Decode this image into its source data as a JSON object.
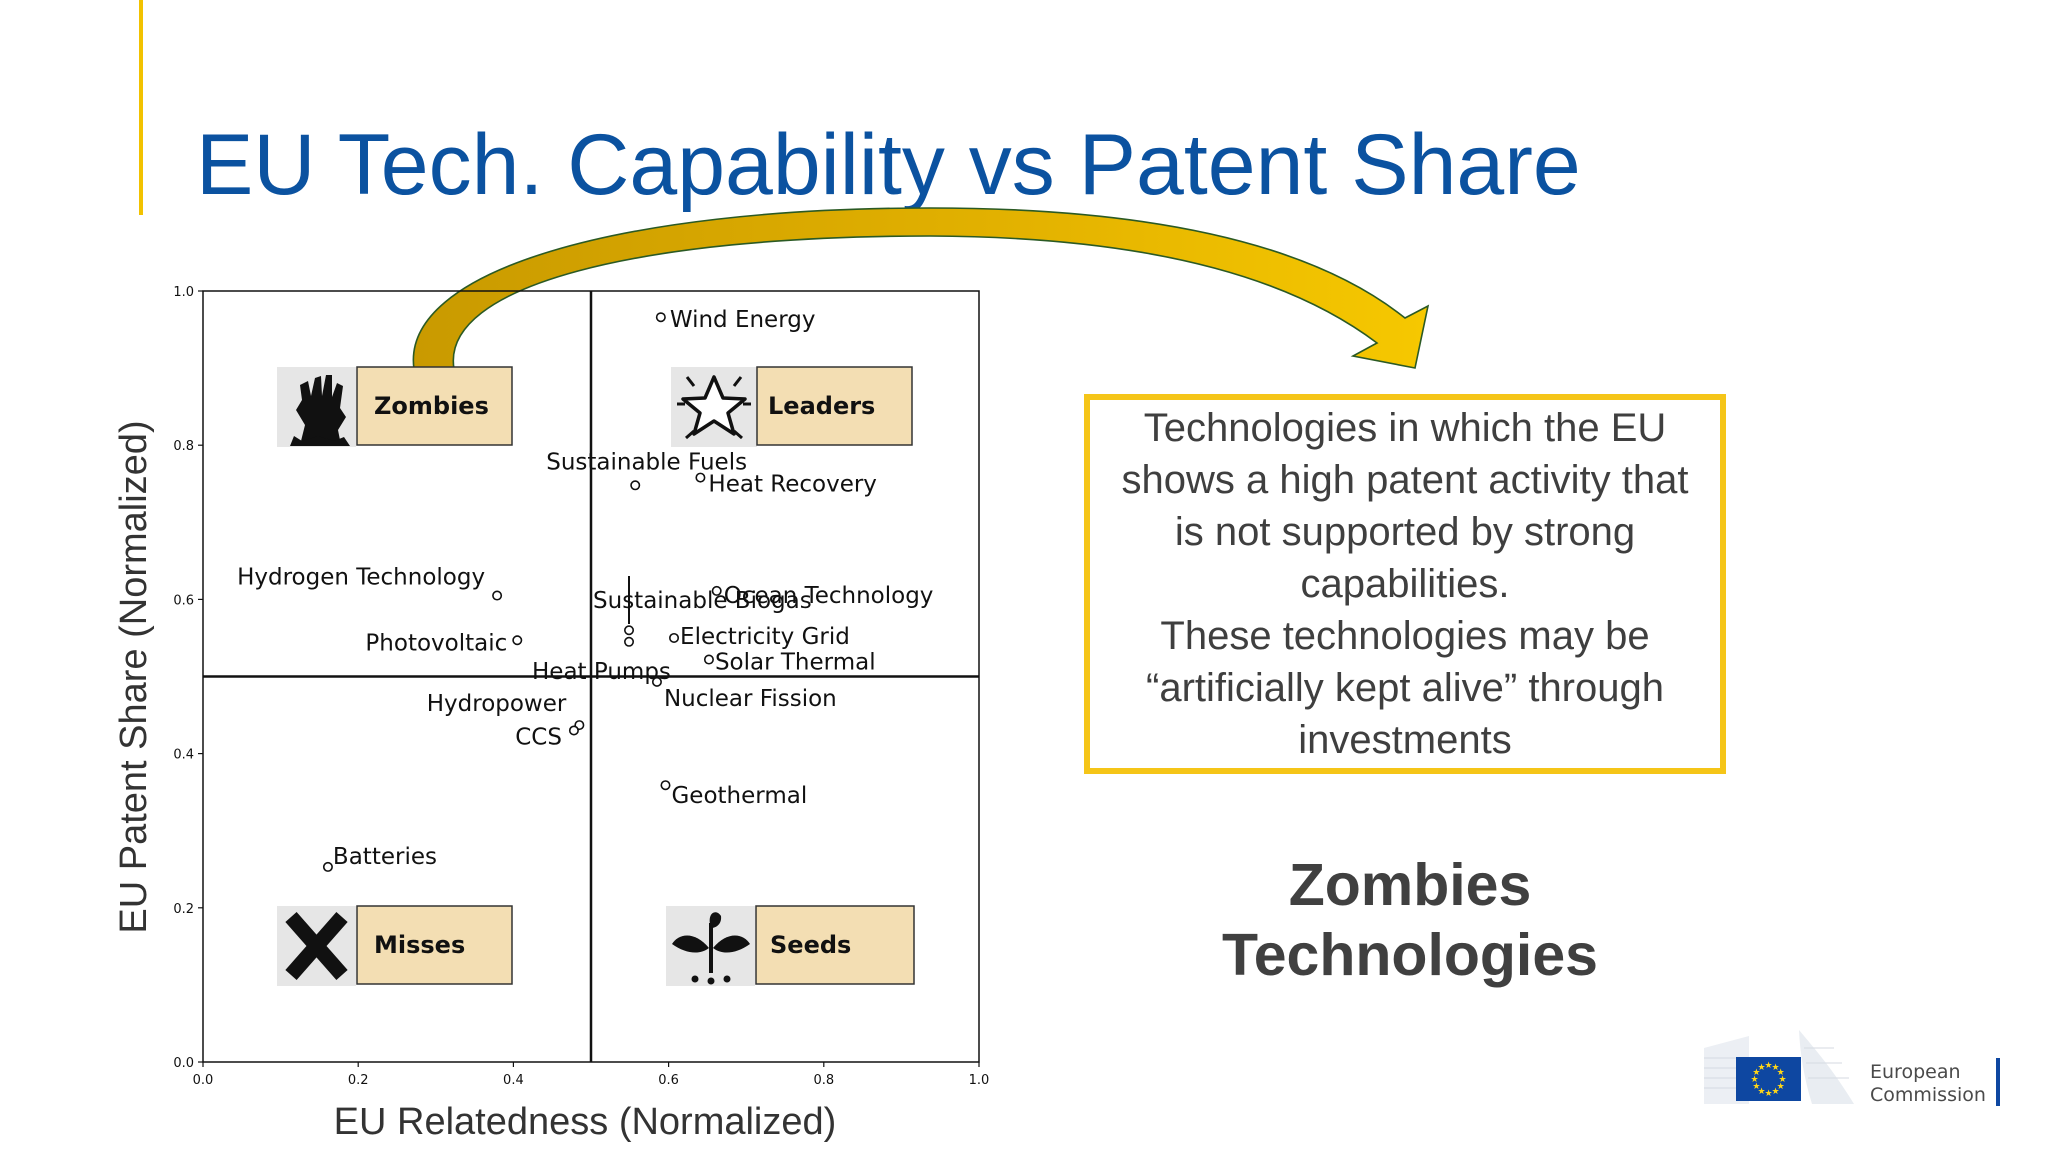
{
  "slide": {
    "title": "EU Tech. Capability vs Patent Share",
    "callout_lines": [
      "Technologies in which the EU",
      "shows a high patent activity that",
      "is not supported by strong",
      "capabilities.",
      "These technologies may be",
      "“artificially kept alive” through",
      "investments"
    ],
    "subtitle_lines": [
      "Zombies",
      "Technologies"
    ],
    "logo_text": [
      "European",
      "Commission"
    ],
    "colors": {
      "title": "#0b52a0",
      "accent": "#f2c200",
      "callout_border": "#f5c518",
      "arrow": "#e8b800",
      "quadrant_box": "#f3deb3"
    }
  },
  "chart_data": {
    "type": "scatter",
    "xlabel": "EU Relatedness (Normalized)",
    "ylabel": "EU Patent Share (Normalized)",
    "xlim": [
      0.0,
      1.0
    ],
    "ylim": [
      0.0,
      1.0
    ],
    "xticks": [
      "0.0",
      "0.2",
      "0.4",
      "0.6",
      "0.8",
      "1.0"
    ],
    "yticks": [
      "0.0",
      "0.2",
      "0.4",
      "0.6",
      "0.8",
      "1.0"
    ],
    "divider": {
      "x": 0.5,
      "y": 0.5
    },
    "quadrants": [
      {
        "label": "Zombies",
        "icon": "zombie-hand-icon",
        "position": "top-left"
      },
      {
        "label": "Leaders",
        "icon": "star-icon",
        "position": "top-right"
      },
      {
        "label": "Misses",
        "icon": "x-mark-icon",
        "position": "bottom-left"
      },
      {
        "label": "Seeds",
        "icon": "sprout-icon",
        "position": "bottom-right"
      }
    ],
    "points": [
      {
        "label": "Wind Energy",
        "x": 0.59,
        "y": 0.966
      },
      {
        "label": "Sustainable Fuels",
        "x": 0.557,
        "y": 0.748
      },
      {
        "label": "Heat Recovery",
        "x": 0.641,
        "y": 0.758
      },
      {
        "label": "Hydrogen Technology",
        "x": 0.379,
        "y": 0.605
      },
      {
        "label": "Sustainable Biogas",
        "x": 0.549,
        "y": 0.56
      },
      {
        "label": "Ocean Technology",
        "x": 0.662,
        "y": 0.611
      },
      {
        "label": "Photovoltaic",
        "x": 0.405,
        "y": 0.547
      },
      {
        "label": "Heat Pumps",
        "x": 0.549,
        "y": 0.545
      },
      {
        "label": "Electricity Grid",
        "x": 0.607,
        "y": 0.55
      },
      {
        "label": "Solar Thermal",
        "x": 0.652,
        "y": 0.522
      },
      {
        "label": "Nuclear Fission",
        "x": 0.585,
        "y": 0.493
      },
      {
        "label": "Hydropower",
        "x": 0.485,
        "y": 0.437
      },
      {
        "label": "CCS",
        "x": 0.478,
        "y": 0.43
      },
      {
        "label": "Geothermal",
        "x": 0.596,
        "y": 0.359
      },
      {
        "label": "Batteries",
        "x": 0.161,
        "y": 0.253
      }
    ]
  }
}
